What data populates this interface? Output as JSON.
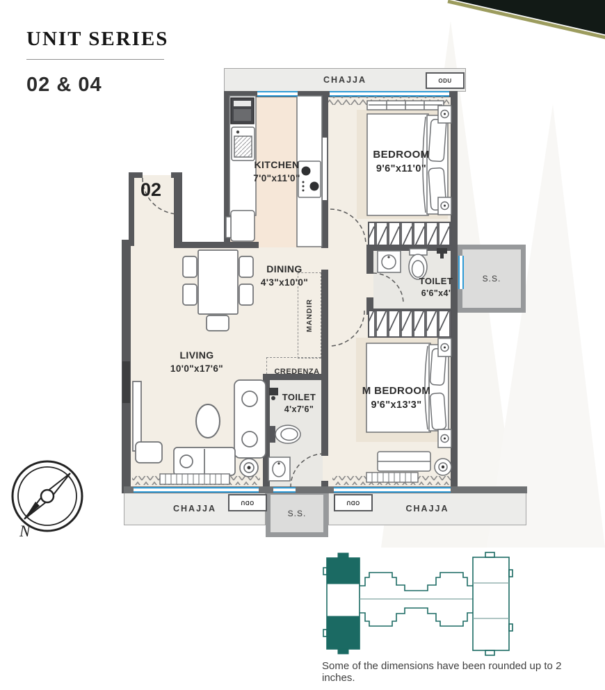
{
  "header": {
    "series_label": "UNIT SERIES",
    "units_label": "02 & 04"
  },
  "plan": {
    "unit_number": "02",
    "strips": {
      "chajja_top": "CHAJJA",
      "chajja_bottom_left": "CHAJJA",
      "chajja_bottom_right": "CHAJJA",
      "odu_top": "ODU",
      "odu_bottom_left": "ODU",
      "odu_bottom_right": "ODU",
      "ss_side": "S.S.",
      "ss_bottom": "S.S."
    },
    "rooms": {
      "kitchen": {
        "name": "KITCHEN",
        "dims": "7'0\"x11'0\""
      },
      "bedroom": {
        "name": "BEDROOM",
        "dims": "9'6\"x11'0\""
      },
      "toilet_common": {
        "name": "TOILET",
        "dims": "6'6\"x4'"
      },
      "dining": {
        "name": "DINING",
        "dims": "4'3\"x10'0\""
      },
      "living": {
        "name": "LIVING",
        "dims": "10'0\"x17'6\""
      },
      "toilet_master": {
        "name": "TOILET",
        "dims": "4'x7'6\""
      },
      "master_bedroom": {
        "name": "M BEDROOM",
        "dims": "9'6\"x13'3\""
      }
    },
    "features": {
      "mandir": "MANDIR",
      "credenza": "CREDENZA"
    }
  },
  "compass": {
    "north": "N"
  },
  "footnote": "Some of the dimensions have been rounded up to 2 inches.",
  "colors": {
    "accent_teal": "#1b6a63",
    "corner_dark": "#121a16",
    "corner_gold": "#9c9c5e",
    "wall_dark": "#57585b",
    "wall_mid": "#8d8f92",
    "window_blue": "#2e9bd6",
    "floor_beige": "#f3eee5",
    "floor_kitchen": "#f6e7d8",
    "floor_toilet": "#e9e8e4",
    "strip_bg": "#ececea"
  }
}
